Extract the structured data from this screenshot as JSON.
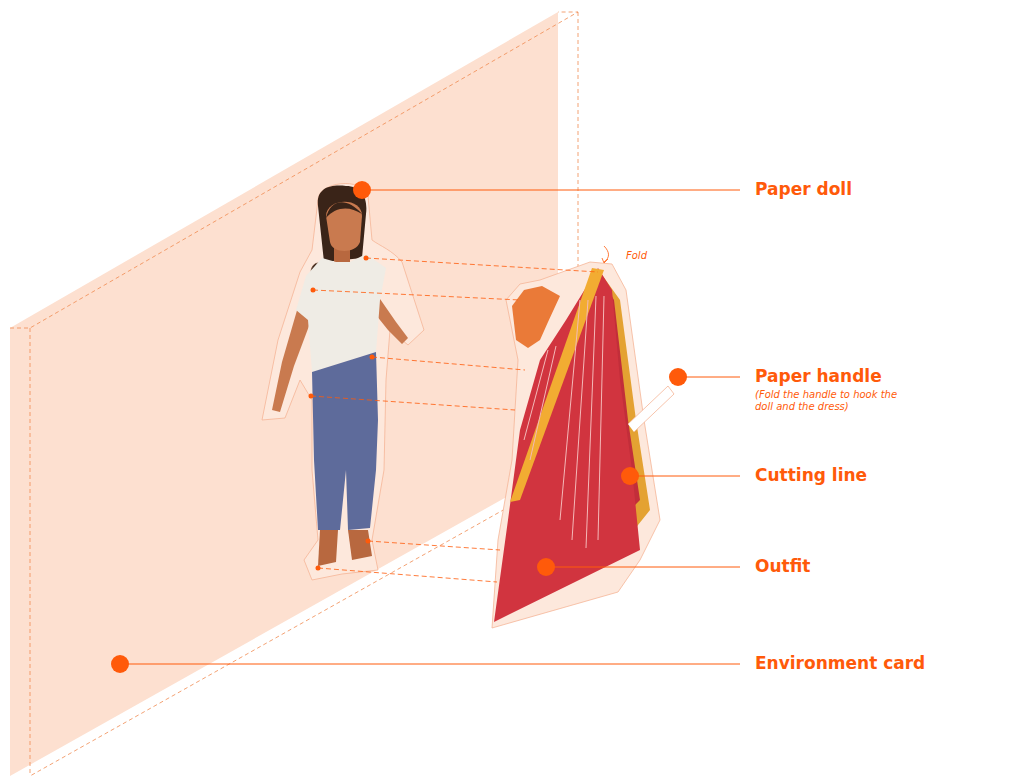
{
  "diagram": {
    "labels": [
      "Fold",
      "Paper doll",
      "Paper handle",
      "(Fold the handle to hook the doll and the dress)",
      "Cutting line",
      "Outfit",
      "Environment card"
    ]
  }
}
